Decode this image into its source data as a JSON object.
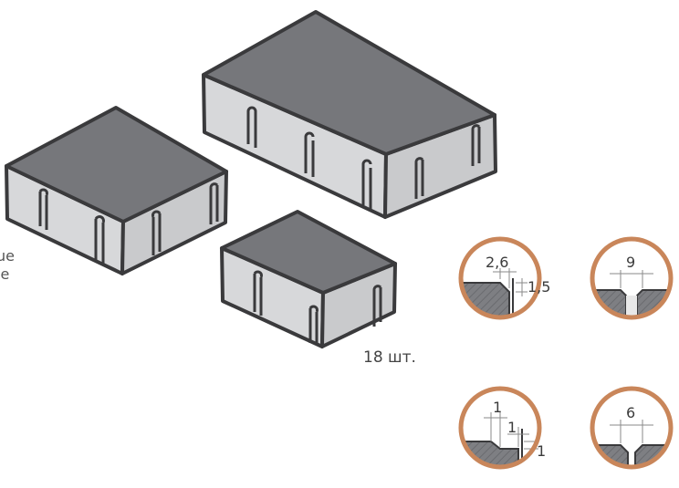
{
  "left_text": {
    "line1": "ue",
    "line2": "le"
  },
  "count_label": "18 шт.",
  "details": [
    {
      "id": "chamfer-a",
      "labels": [
        "2,6",
        "1,5"
      ]
    },
    {
      "id": "joint-wide",
      "labels": [
        "9"
      ]
    },
    {
      "id": "chamfer-b",
      "labels": [
        "1",
        "1",
        "1"
      ]
    },
    {
      "id": "joint-narrow",
      "labels": [
        "6"
      ]
    }
  ],
  "colors": {
    "top_face": "#76777b",
    "side_face": "#d7d8da",
    "outline": "#3a3a3c",
    "ring": "#c9865a",
    "hatch": "#7e7f83"
  }
}
